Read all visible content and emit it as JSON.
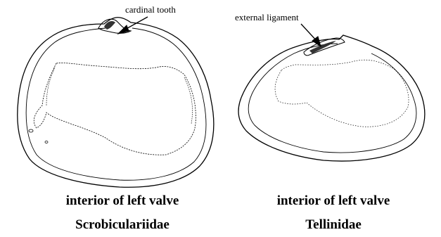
{
  "figure": {
    "left_shell": {
      "callout": "cardinal tooth",
      "caption_line1": "interior of left valve",
      "caption_line2": "Scrobiculariidae"
    },
    "right_shell": {
      "callout": "external ligament",
      "caption_line1": "interior of left valve",
      "caption_line2": "Tellinidae"
    }
  }
}
